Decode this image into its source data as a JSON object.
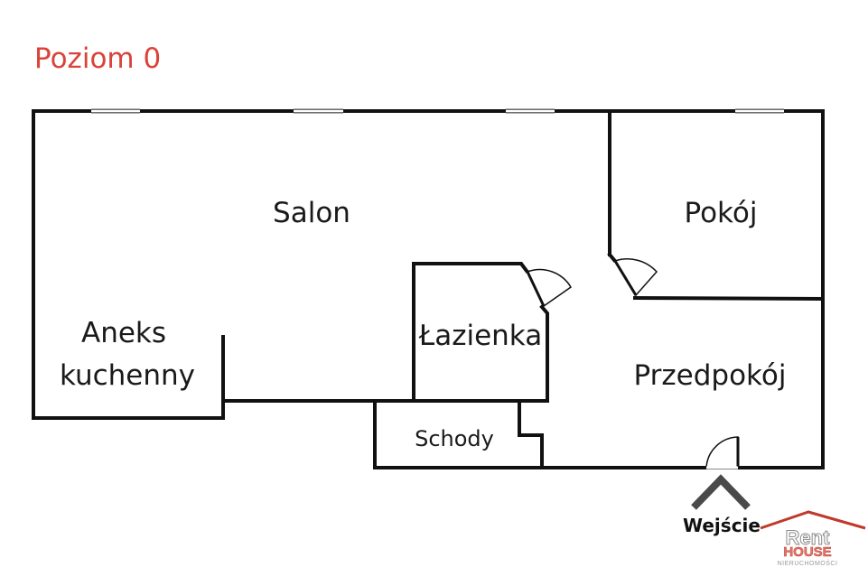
{
  "title": "Poziom 0",
  "colors": {
    "title": "#d9443a",
    "walls": "#111111",
    "logo_red": "#c0392b",
    "logo_gray": "#9a9a9a"
  },
  "rooms": {
    "salon": "Salon",
    "pokoj": "Pokój",
    "aneks_line1": "Aneks",
    "aneks_line2": "kuchenny",
    "lazienka": "Łazienka",
    "przedpokoj": "Przedpokój",
    "schody": "Schody"
  },
  "entrance": {
    "label": "Wejście",
    "icon": "chevron-up-icon"
  },
  "logo": {
    "line1": "Rent",
    "line2": "HOUSE",
    "line3": "NIERUCHOMOŚCI"
  }
}
